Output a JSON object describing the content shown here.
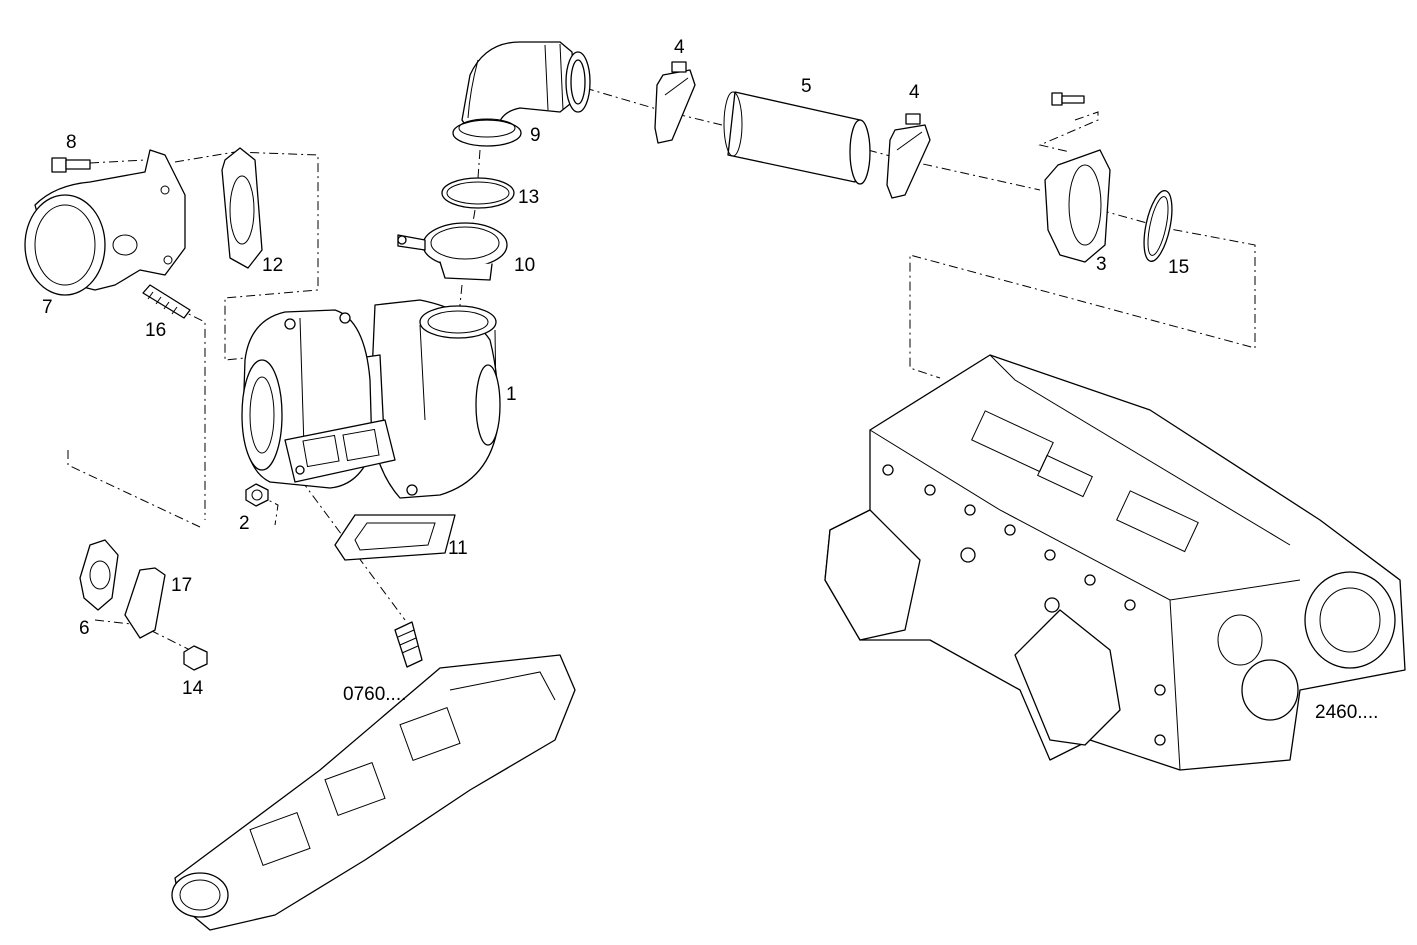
{
  "diagram": {
    "callouts": [
      {
        "key": "c1",
        "text": "1"
      },
      {
        "key": "c2",
        "text": "2"
      },
      {
        "key": "c3",
        "text": "3"
      },
      {
        "key": "c4a",
        "text": "4"
      },
      {
        "key": "c4b",
        "text": "4"
      },
      {
        "key": "c5",
        "text": "5"
      },
      {
        "key": "c6",
        "text": "6"
      },
      {
        "key": "c7",
        "text": "7"
      },
      {
        "key": "c8",
        "text": "8"
      },
      {
        "key": "c9",
        "text": "9"
      },
      {
        "key": "c10",
        "text": "10"
      },
      {
        "key": "c11",
        "text": "11"
      },
      {
        "key": "c12",
        "text": "12"
      },
      {
        "key": "c13",
        "text": "13"
      },
      {
        "key": "c14",
        "text": "14"
      },
      {
        "key": "c15",
        "text": "15"
      },
      {
        "key": "c16",
        "text": "16"
      },
      {
        "key": "c17",
        "text": "17"
      }
    ],
    "references": [
      {
        "key": "ref_manifold",
        "text": "0760...."
      },
      {
        "key": "ref_engine",
        "text": "2460...."
      }
    ],
    "colors": {
      "line": "#000000",
      "background": "#ffffff"
    }
  }
}
